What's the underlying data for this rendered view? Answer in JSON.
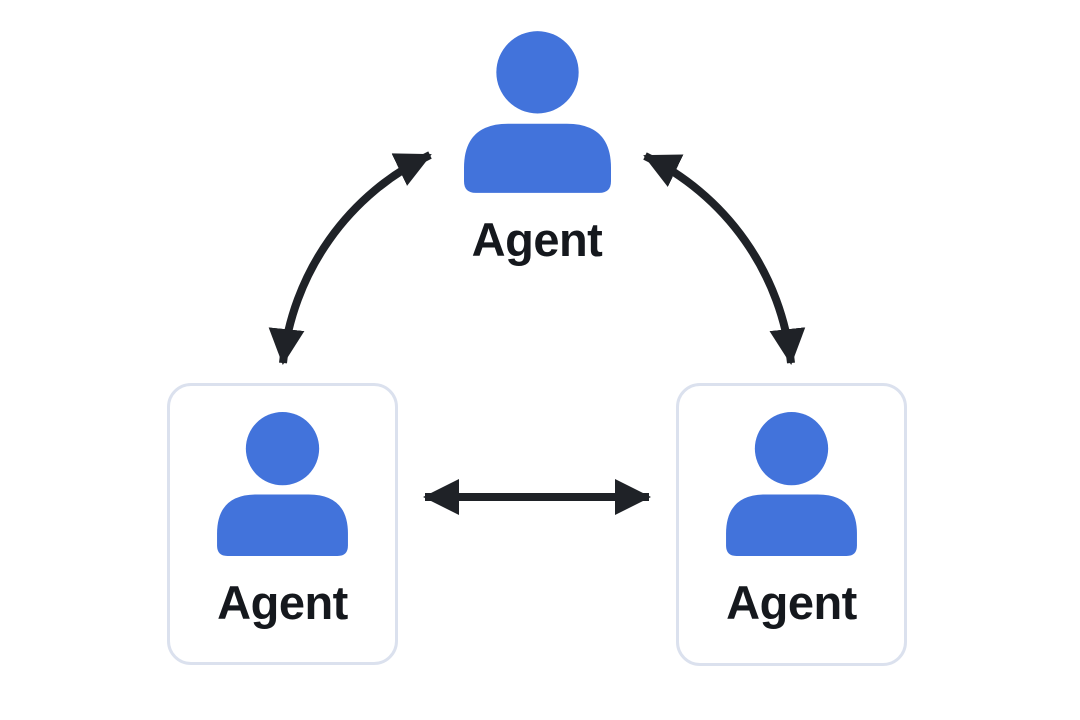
{
  "diagram": {
    "nodes": [
      {
        "id": "agent-top",
        "label": "Agent",
        "icon": "person-icon",
        "boxed": false
      },
      {
        "id": "agent-left",
        "label": "Agent",
        "icon": "person-icon",
        "boxed": true
      },
      {
        "id": "agent-right",
        "label": "Agent",
        "icon": "person-icon",
        "boxed": true
      }
    ],
    "edges": [
      {
        "from": "agent-top",
        "to": "agent-left",
        "bidirectional": true,
        "shape": "curved"
      },
      {
        "from": "agent-top",
        "to": "agent-right",
        "bidirectional": true,
        "shape": "curved"
      },
      {
        "from": "agent-left",
        "to": "agent-right",
        "bidirectional": true,
        "shape": "straight"
      }
    ]
  },
  "colors": {
    "icon-blue": "#4273DB",
    "card-border": "#DBE1EE",
    "card-bg": "#FFFFFF",
    "arrow": "#1F2227",
    "label": "#15181D",
    "background": "#FFFFFF"
  }
}
